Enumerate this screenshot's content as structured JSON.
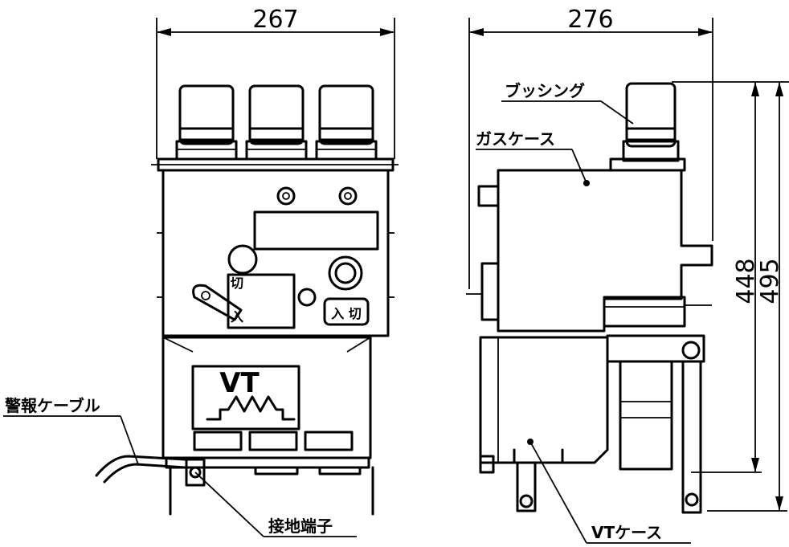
{
  "dimensions": {
    "front_width": "267",
    "side_width": "276",
    "height_inner": "448",
    "height_outer": "495"
  },
  "labels": {
    "bushing": "ブッシング",
    "gas_case": "ガスケース",
    "alarm_cable": "警報ケーブル",
    "ground_terminal": "接地端子",
    "vt_case": "VTケース"
  },
  "panel": {
    "vt_mark": "VT",
    "on_label_left": "入",
    "off_label_left": "切",
    "on_off_right": "入 切"
  }
}
